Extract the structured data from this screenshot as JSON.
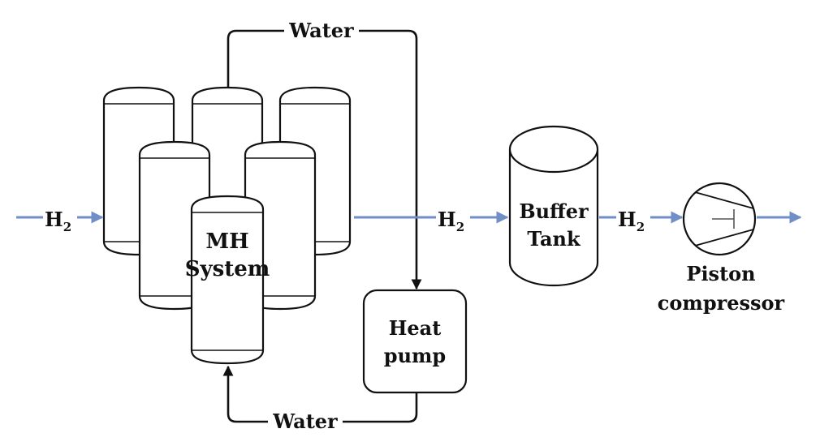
{
  "labels": {
    "h2_symbol": "H",
    "h2_subscript": "2",
    "water": "Water",
    "mh_system_line1": "MH",
    "mh_system_line2": "System",
    "heat_pump_line1": "Heat",
    "heat_pump_line2": "pump",
    "buffer_tank_line1": "Buffer",
    "buffer_tank_line2": "Tank",
    "compressor_line1": "Piston",
    "compressor_line2": "compressor"
  },
  "colors": {
    "hydrogen_flow": "#6f8fc6",
    "water_flow": "#111111",
    "outline": "#111111"
  }
}
